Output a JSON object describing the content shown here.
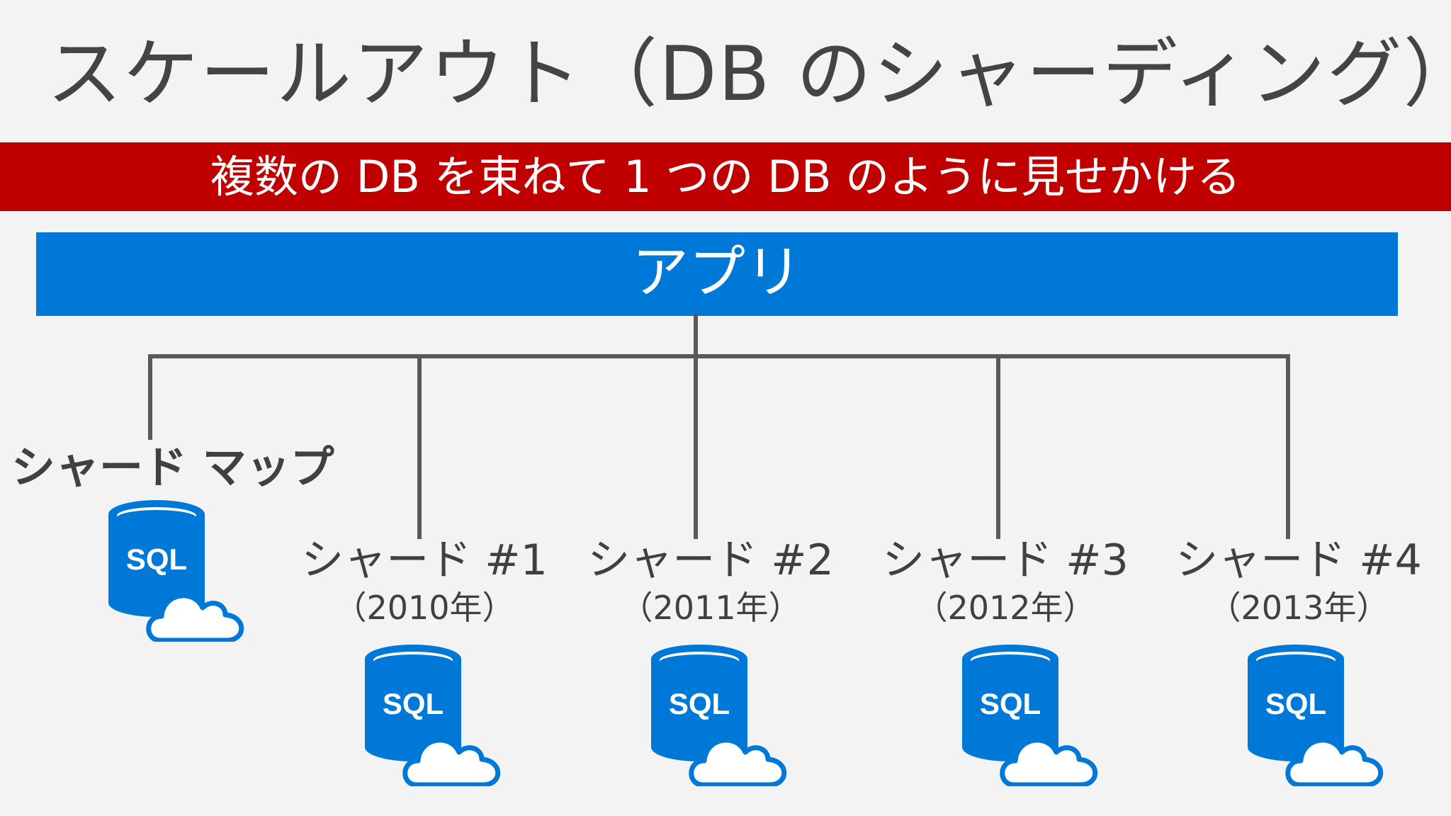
{
  "title": "スケールアウト（DB のシャーディング）",
  "banner": {
    "text": "複数の DB を束ねて 1 つの DB のように見せかける",
    "color": "#c00000"
  },
  "app": {
    "label": "アプリ",
    "color": "#0078d7"
  },
  "shard_map": {
    "label": "シャード マップ",
    "icon": "sql-database-cloud-icon",
    "icon_text": "SQL"
  },
  "shards": [
    {
      "name": "シャード #1",
      "year": "（2010年）",
      "icon_text": "SQL"
    },
    {
      "name": "シャード #2",
      "year": "（2011年）",
      "icon_text": "SQL"
    },
    {
      "name": "シャード #3",
      "year": "（2012年）",
      "icon_text": "SQL"
    },
    {
      "name": "シャード #4",
      "year": "（2013年）",
      "icon_text": "SQL"
    }
  ],
  "colors": {
    "icon_blue": "#0078d7",
    "connector": "#595959",
    "text": "#444444"
  }
}
